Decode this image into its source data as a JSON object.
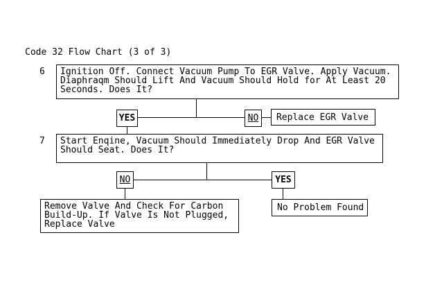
{
  "page": {
    "title": "Code 32 Flow Chart (3 of 3)"
  },
  "colors": {
    "background": "#ffffff",
    "ink": "#000000"
  },
  "steps": {
    "step6": {
      "number": "6",
      "lines": [
        "Ignition Off. Connect Vacuum Pump To EGR Valve. Apply Vacuum.",
        "Diaphraqm Should Lift And Vacuum Should Hold for At Least 20",
        "Seconds. Does It?"
      ]
    },
    "step7": {
      "number": "7",
      "lines": [
        "Start Enqine, Vacuum Should Immediately Drop And EGR Valve",
        "Should Seat. Does It?"
      ]
    }
  },
  "decisions": {
    "step6_yes": "YES",
    "step6_no": "NO",
    "step7_no": "NO",
    "step7_yes": "YES"
  },
  "outcomes": {
    "replace_egr": "Replace EGR Valve",
    "no_problem": "No Problem Found",
    "remove_valve_lines": [
      "Remove Valve And Check For Carbon",
      "Build-Up. If Valve Is Not Plugged,",
      "Replace Valve"
    ]
  }
}
